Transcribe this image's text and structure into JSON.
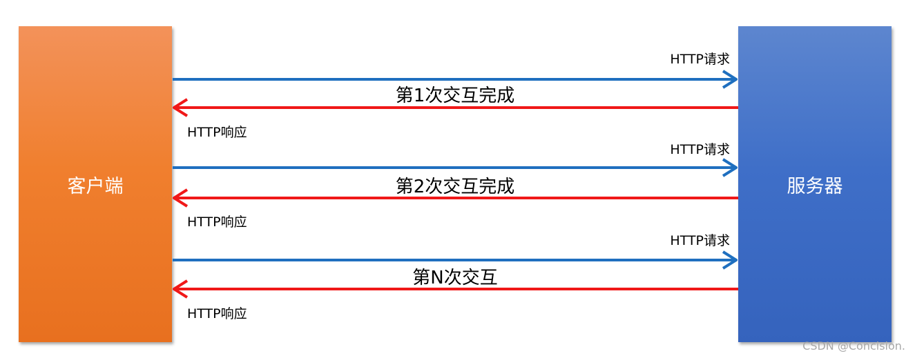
{
  "client": {
    "label": "客户端",
    "color": "#f07f2e"
  },
  "server": {
    "label": "服务器",
    "color": "#3f6fc8"
  },
  "exchanges": [
    {
      "request_label": "HTTP请求",
      "middle_label": "第1次交互完成",
      "response_label": "HTTP响应"
    },
    {
      "request_label": "HTTP请求",
      "middle_label": "第2次交互完成",
      "response_label": "HTTP响应"
    },
    {
      "request_label": "HTTP请求",
      "middle_label": "第N次交互",
      "response_label": "HTTP响应"
    }
  ],
  "colors": {
    "request_arrow": "#1f6fbf",
    "response_arrow": "#f01818"
  },
  "watermark": "CSDN @Concision."
}
